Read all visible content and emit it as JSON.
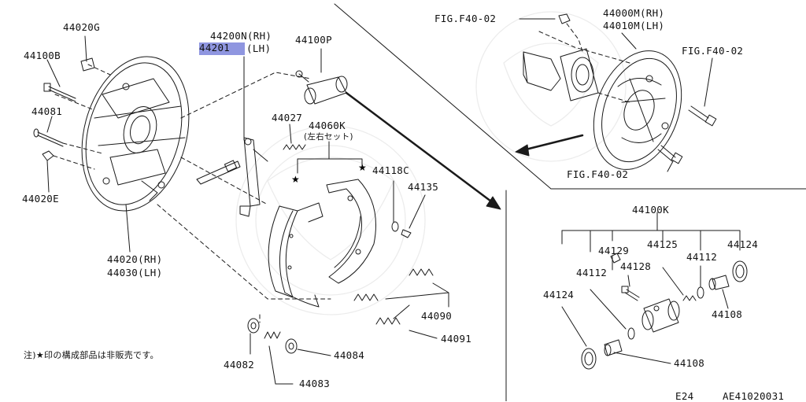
{
  "colors": {
    "line": "#1a1a1a",
    "highlight": "#8f96e0",
    "background": "#ffffff"
  },
  "labels": {
    "p44020G": "44020G",
    "p44100B": "44100B",
    "p44081": "44081",
    "p44020E": "44020E",
    "p44200N": "44200N(RH)",
    "p44201_code": "44201",
    "p44201_side": "(LH)",
    "p44100P": "44100P",
    "p44027": "44027",
    "p44060K": "44060K",
    "p44060K_sub": "(左右セット)",
    "p44118C": "44118C",
    "p44135": "44135",
    "p44020_rh": "44020(RH)",
    "p44030_lh": "44030(LH)",
    "p44090": "44090",
    "p44091": "44091",
    "p44082": "44082",
    "p44084": "44084",
    "p44083": "44083",
    "fig_top_left": "FIG.F40-02",
    "fig_top_right": "FIG.F40-02",
    "fig_bottom": "FIG.F40-02",
    "p44000M": "44000M(RH)",
    "p44010M": "44010M(LH)",
    "p44100K": "44100K",
    "p44129": "44129",
    "p44125": "44125",
    "p44112_a": "44112",
    "p44124_a": "44124",
    "p44128": "44128",
    "p44112_b": "44112",
    "p44124_b": "44124",
    "p44108_a": "44108",
    "p44108_b": "44108",
    "note": "注)★印の構成部品は非販売です。",
    "footer_code": "E24",
    "footer_ref": "AE41020031"
  },
  "markers": {
    "star": "★"
  }
}
